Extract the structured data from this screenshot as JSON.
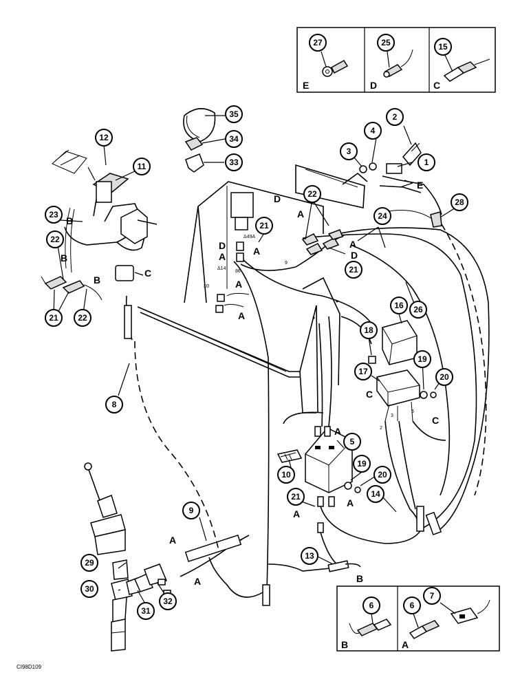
{
  "callouts": {
    "c1": "1",
    "c2": "2",
    "c3": "3",
    "c4": "4",
    "c5": "5",
    "c6a": "6",
    "c6b": "6",
    "c7": "7",
    "c8": "8",
    "c9": "9",
    "c10": "10",
    "c11": "11",
    "c12": "12",
    "c13": "13",
    "c14": "14",
    "c15": "15",
    "c16": "16",
    "c17": "17",
    "c18": "18",
    "c19a": "19",
    "c19b": "19",
    "c20a": "20",
    "c20b": "20",
    "c21a": "21",
    "c21b": "21",
    "c21c": "21",
    "c21d": "21",
    "c22a": "22",
    "c22b": "22",
    "c22c": "22",
    "c23": "23",
    "c24": "24",
    "c25": "25",
    "c26": "26",
    "c27": "27",
    "c28": "28",
    "c29": "29",
    "c30": "30",
    "c31": "31",
    "c32": "32",
    "c33": "33",
    "c34": "34",
    "c35": "35"
  },
  "letters": {
    "A": "A",
    "B": "B",
    "C": "C",
    "D": "D",
    "E": "E"
  },
  "tiny_labels": {
    "t49a": "Δ49A",
    "t14": "Δ14",
    "t86": "86",
    "t0": "□0",
    "p2": "2",
    "p3": "3",
    "p5": "5",
    "p9": "9"
  },
  "insets": {
    "top": {
      "labels": [
        "E",
        "D",
        "C"
      ]
    },
    "bottom": {
      "labels": [
        "B",
        "A"
      ]
    }
  },
  "caption": "CI98D109"
}
